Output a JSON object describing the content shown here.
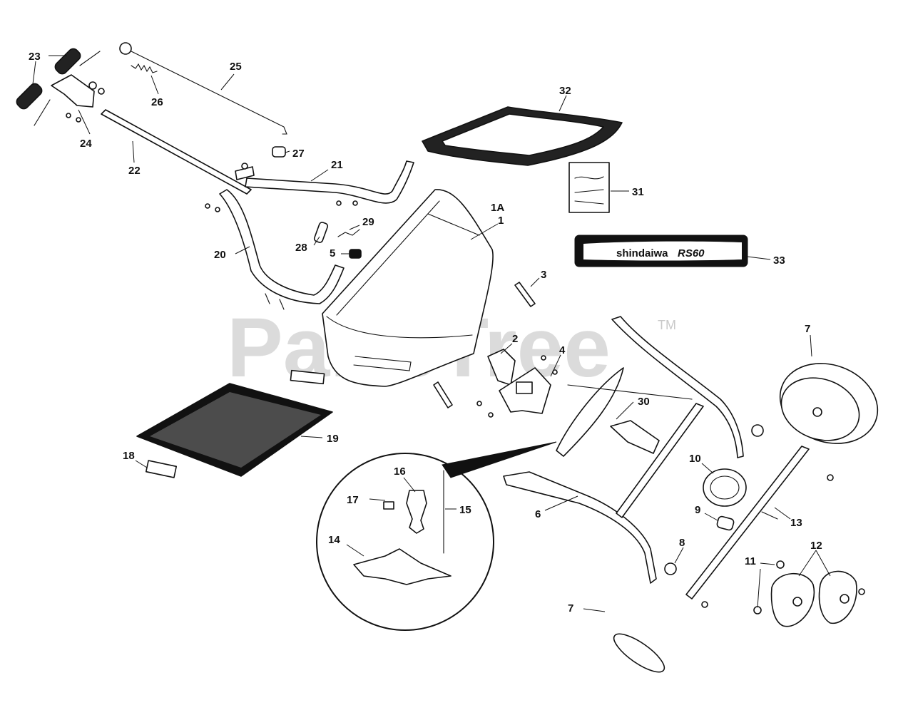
{
  "watermark": {
    "text": "PartsTree",
    "tm": "TM"
  },
  "decal": {
    "brand": "shindaiwa",
    "model": "RS60"
  },
  "callouts": {
    "c23": "23",
    "c24": "24",
    "c25": "25",
    "c26": "26",
    "c27": "27",
    "c22": "22",
    "c21": "21",
    "c32": "32",
    "c31": "31",
    "c1A": "1A",
    "c1": "1",
    "c29": "29",
    "c28": "28",
    "c5": "5",
    "c20": "20",
    "c33": "33",
    "c3": "3",
    "c7a": "7",
    "c2": "2",
    "c4": "4",
    "c30": "30",
    "c19": "19",
    "c18": "18",
    "c16": "16",
    "c17": "17",
    "c15": "15",
    "c14": "14",
    "c10": "10",
    "c6": "6",
    "c9": "9",
    "c13": "13",
    "c8": "8",
    "c11": "11",
    "c12": "12",
    "c7b": "7"
  }
}
